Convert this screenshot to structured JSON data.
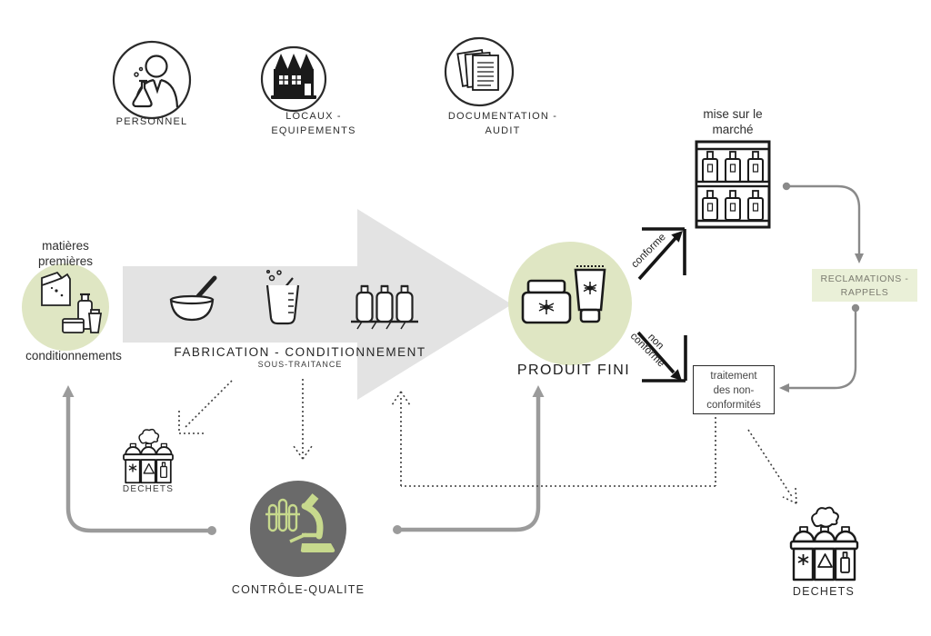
{
  "top_row": {
    "items": [
      {
        "icon": "scientist-icon",
        "line1": "PERSONNEL",
        "line2": ""
      },
      {
        "icon": "factory-icon",
        "line1": "LOCAUX -",
        "line2": "EQUIPEMENTS"
      },
      {
        "icon": "documents-icon",
        "line1": "DOCUMENTATION -",
        "line2": "AUDIT"
      }
    ]
  },
  "raw_materials": {
    "line1": "matières",
    "line2": "premières",
    "caption": "conditionnements",
    "icons": [
      "raw-material-bag-icon",
      "packaging-bottle-icon"
    ]
  },
  "process": {
    "title": "FABRICATION - CONDITIONNEMENT",
    "subtitle": "SOUS-TRAITANCE",
    "icons": [
      "mortar-icon",
      "beaker-icon",
      "filling-line-icon"
    ]
  },
  "finished_product": {
    "label": "PRODUIT FINI",
    "icons": [
      "cream-jar-icon",
      "tube-icon"
    ]
  },
  "decision": {
    "pass": "conforme",
    "fail_line1": "non",
    "fail_line2": "conforme"
  },
  "market": {
    "line1": "mise sur le",
    "line2": "marché",
    "icon": "shelf-icon"
  },
  "complaints": {
    "line1": "RECLAMATIONS -",
    "line2": "RAPPELS"
  },
  "nonconformity_treatment": {
    "line1": "traitement",
    "line2": "des non-",
    "line3": "conformités"
  },
  "quality_control": {
    "label": "CONTRÔLE-QUALITE",
    "icon": "microscope-icon"
  },
  "waste_left": {
    "label": "DECHETS",
    "icon": "waste-bins-icon"
  },
  "waste_right": {
    "label": "DECHETS",
    "icon": "waste-bins-icon"
  },
  "palette": {
    "pale_green": "#dfe6c3",
    "panel_green": "#eaf0d8",
    "icon_green": "#c7d98d",
    "arrow_gray": "#e3e3e3",
    "circle_gray": "#6a6a6a",
    "connector_gray": "#9b9b9b"
  }
}
